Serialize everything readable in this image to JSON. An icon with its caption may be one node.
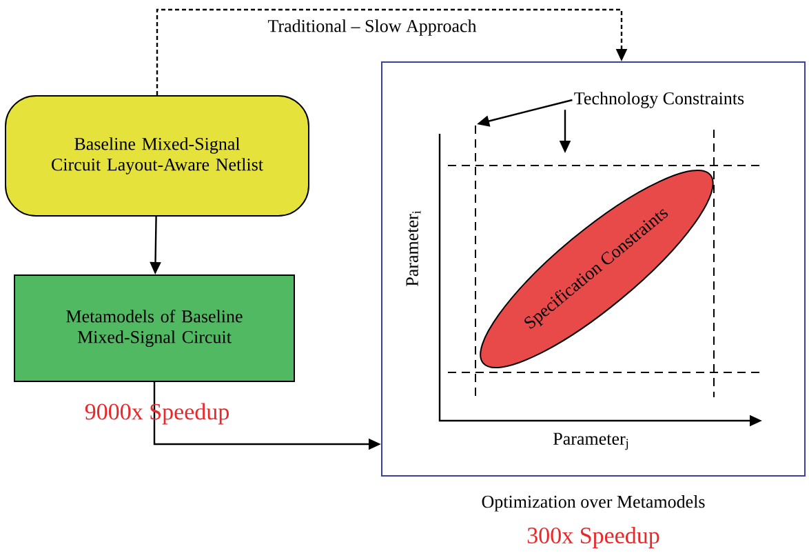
{
  "diagram": {
    "nodes": [
      {
        "text": [
          "Baseline Mixed-Signal Circuit Layout-Aware Netlist"
        ]
      },
      {
        "text": [
          "Metamodels of Baseline Mixed-Signal Circuit"
        ]
      },
      {
        "text": [],
        "shape": "box",
        "beside": [
          "Optimization over Metamodels",
          "300x Speedup"
        ]
      },
      {
        "text": [
          "Specification Constraints"
        ],
        "in": 2
      },
      {
        "text": [
          "Technology Constraints"
        ],
        "in": 2
      }
    ],
    "edges": [
      {
        "from": 0,
        "to": 2,
        "arrow": "to",
        "style": "dashed",
        "label": "Traditional – Slow Approach"
      },
      {
        "from": 0,
        "to": 1,
        "arrow": "to"
      },
      {
        "from": 1,
        "to": 2,
        "arrow": "to",
        "label": "9000x Speedup"
      },
      {
        "from": 4,
        "to": null,
        "arrow": "to"
      },
      {
        "from": 4,
        "to": null,
        "arrow": "to"
      }
    ],
    "labels": [
      "Parameter$_{i}$",
      "Parameter$_{j}$"
    ]
  }
}
